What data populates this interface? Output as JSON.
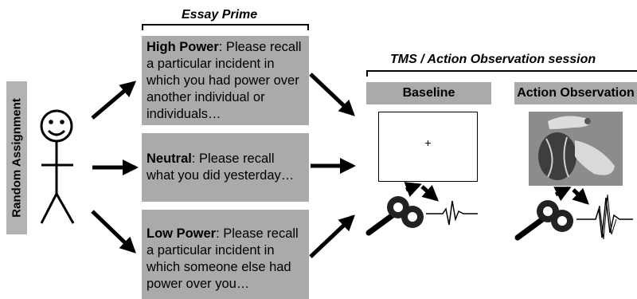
{
  "assignment": {
    "label": "Random Assignment"
  },
  "essay": {
    "title": "Essay Prime",
    "high": {
      "label": "High Power",
      "text": ": Please recall a particular incident in which you had power over another individual or individuals…"
    },
    "neutral": {
      "label": "Neutral",
      "text": ": Please recall what you did yesterday…"
    },
    "low": {
      "label": "Low Power",
      "text": ": Please recall a particular incident in which someone else had power over you…"
    }
  },
  "session": {
    "title": "TMS / Action Observation session",
    "baseline": {
      "label": "Baseline",
      "stimulus": "+"
    },
    "action": {
      "label": "Action Observation"
    }
  },
  "colors": {
    "box_fill": "#aaaaaa",
    "assignment_fill": "#b3b3b3",
    "ink": "#000000"
  }
}
